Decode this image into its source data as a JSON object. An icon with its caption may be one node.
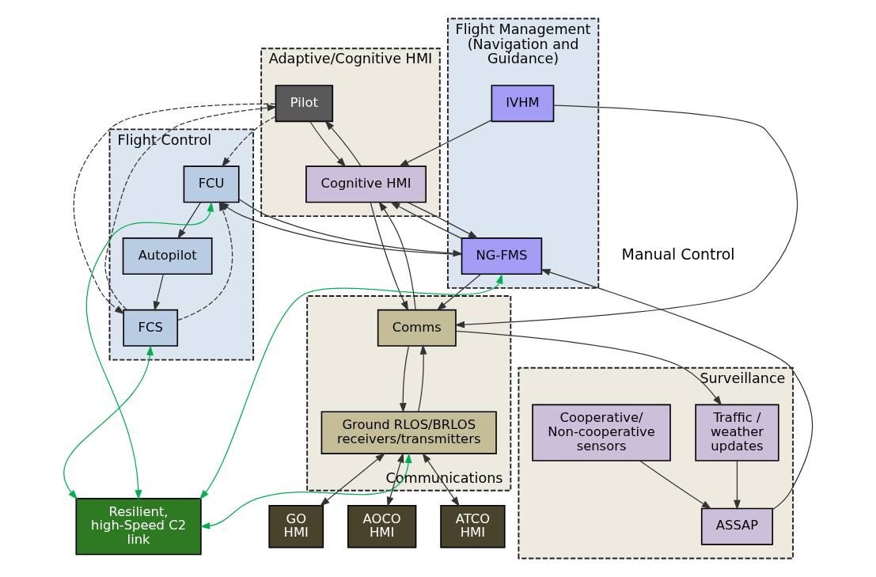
{
  "diagram": {
    "nodes": [
      {
        "text": [
          "Adaptive/Cognitive HMI"
        ]
      },
      {
        "text": [
          "Pilot"
        ],
        "in": 0
      },
      {
        "text": [
          "Cognitive HMI"
        ],
        "in": 0
      },
      {
        "text": [
          "Flight Control"
        ]
      },
      {
        "text": [
          "FCU"
        ],
        "in": 3
      },
      {
        "text": [
          "Autopilot"
        ],
        "in": 3
      },
      {
        "text": [
          "FCS"
        ],
        "in": 3
      },
      {
        "text": [
          "Flight Management (Navigation and Guidance)"
        ]
      },
      {
        "text": [
          "IVHM"
        ],
        "in": 7
      },
      {
        "text": [
          "NG-FMS"
        ],
        "in": 7
      },
      {
        "text": [
          "Communications"
        ]
      },
      {
        "text": [
          "Comms"
        ],
        "in": 10
      },
      {
        "text": [
          "Ground RLOS/BRLOS receivers/transmitters"
        ],
        "in": 10
      },
      {
        "text": [
          "Surveillance"
        ]
      },
      {
        "text": [
          "ASSAP"
        ],
        "in": 13
      },
      {
        "text": [
          "Traffic / weather updates"
        ],
        "in": 13
      },
      {
        "text": [
          "Cooperative/ Non-cooperative sensors"
        ],
        "in": 13
      },
      {
        "text": [
          "Resilient, high-Speed C2 link"
        ]
      },
      {
        "text": [
          "GO HMI"
        ]
      },
      {
        "text": [
          "AOCO HMI"
        ]
      },
      {
        "text": [
          "ATCO HMI"
        ]
      }
    ],
    "edges": [
      {
        "from": 6,
        "to": 1,
        "arrow": "to",
        "style": "dashed"
      },
      {
        "from": 1,
        "to": 6,
        "arrow": "to",
        "style": "dashed"
      },
      {
        "from": 1,
        "to": 4,
        "arrow": "to",
        "style": "dashed"
      },
      {
        "from": 6,
        "to": 4,
        "arrow": "to",
        "style": "dashed"
      },
      {
        "from": 1,
        "to": 2,
        "arrow": "to"
      },
      {
        "from": 2,
        "to": 1,
        "arrow": "to"
      },
      {
        "from": 4,
        "to": 5,
        "arrow": "to"
      },
      {
        "from": 5,
        "to": 6,
        "arrow": "to"
      },
      {
        "from": 4,
        "to": 9,
        "arrow": "to"
      },
      {
        "from": 9,
        "to": 4,
        "arrow": "to"
      },
      {
        "from": 2,
        "to": 9,
        "arrow": "to"
      },
      {
        "from": 9,
        "to": 2,
        "arrow": "to"
      },
      {
        "from": 8,
        "to": 2,
        "arrow": "to"
      },
      {
        "from": 2,
        "to": 11,
        "arrow": "to"
      },
      {
        "from": 11,
        "to": 2,
        "arrow": "to"
      },
      {
        "from": 8,
        "to": 11,
        "arrow": "to"
      },
      {
        "from": 9,
        "to": 11,
        "arrow": "to"
      },
      {
        "from": 12,
        "to": 11,
        "arrow": "to"
      },
      {
        "from": 11,
        "to": 12,
        "arrow": "to"
      },
      {
        "from": 11,
        "to": 15,
        "arrow": "to"
      },
      {
        "from": 15,
        "to": 14,
        "arrow": "to"
      },
      {
        "from": 14,
        "to": 9,
        "arrow": "to"
      },
      {
        "from": 16,
        "to": 14,
        "arrow": "to"
      },
      {
        "from": 6,
        "to": 17,
        "arrow": "both",
        "color": "#00b050"
      },
      {
        "from": 4,
        "to": 17,
        "arrow": "both",
        "color": "#00b050"
      },
      {
        "from": 9,
        "to": 17,
        "arrow": "both",
        "color": "#00b050"
      },
      {
        "from": 12,
        "to": 17,
        "arrow": "both",
        "color": "#00b050"
      },
      {
        "from": 12,
        "to": 18,
        "arrow": "both"
      },
      {
        "from": 12,
        "to": 19,
        "arrow": "both"
      },
      {
        "from": 12,
        "to": 20,
        "arrow": "both"
      }
    ],
    "labels": [
      "Manual Control"
    ]
  }
}
